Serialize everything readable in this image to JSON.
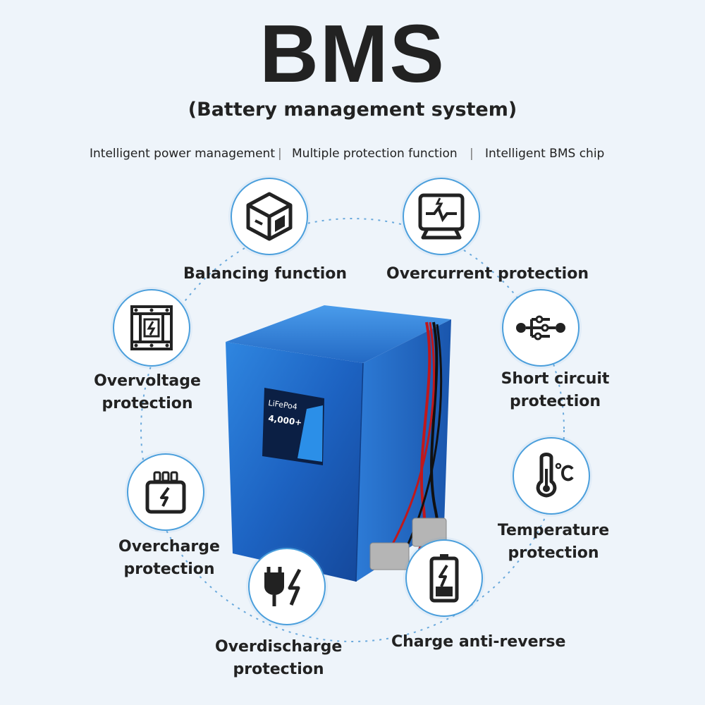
{
  "title": "BMS",
  "subtitle": "(Battery management system)",
  "features": [
    "Intelligent power management",
    "Multiple protection function",
    "Intelligent BMS chip"
  ],
  "separator": "|",
  "functions": {
    "balancing": "Balancing function",
    "overcurrent": "Overcurrent protection",
    "overvoltage": [
      "Overvoltage",
      "protection"
    ],
    "short_circuit": [
      "Short circuit",
      "protection"
    ],
    "overcharge": [
      "Overcharge",
      "protection"
    ],
    "temperature": [
      "Temperature",
      "protection"
    ],
    "overdischarge": [
      "Overdischarge",
      "protection"
    ],
    "anti_reverse": "Charge anti-reverse"
  },
  "battery_label": {
    "chem": "LiFePo4",
    "cycles": "4,000+"
  },
  "icons": {
    "balancing": "cube-icon",
    "overcurrent": "monitor-pulse-icon",
    "overvoltage": "frame-bolt-icon",
    "short_circuit": "circuit-sliders-icon",
    "overcharge": "charger-icon",
    "temperature": "thermometer-icon",
    "overdischarge": "plug-bolt-icon",
    "anti_reverse": "battery-bolt-icon"
  },
  "colors": {
    "accent": "#4b9fdc",
    "battery_blue": "#1f6fc9"
  }
}
